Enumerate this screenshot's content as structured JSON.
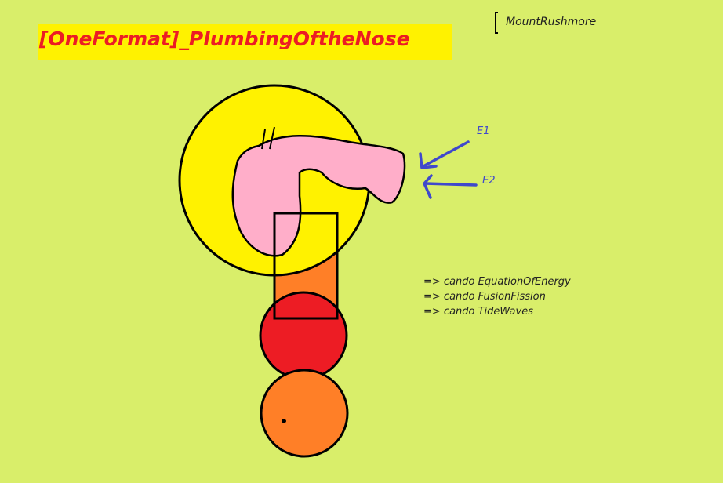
{
  "title": "[OneFormat]_PlumbingOftheNose",
  "corner_label": "MountRushmore",
  "arrows": [
    {
      "label": "E1"
    },
    {
      "label": "E2"
    }
  ],
  "notes": [
    "=> cando EquationOfEnergy",
    "=> cando FusionFission",
    "=> cando TideWaves"
  ],
  "colors": {
    "background": "#d9ee6a",
    "title_highlight": "#fff200",
    "title_text": "#ec1c24",
    "head_circle": "#fff200",
    "nose_shape": "#ffaec9",
    "neck_bar": "#ff7f27",
    "red_circle": "#ed1c24",
    "bottom_circle": "#ff7f27",
    "arrow": "#3f48cc"
  }
}
